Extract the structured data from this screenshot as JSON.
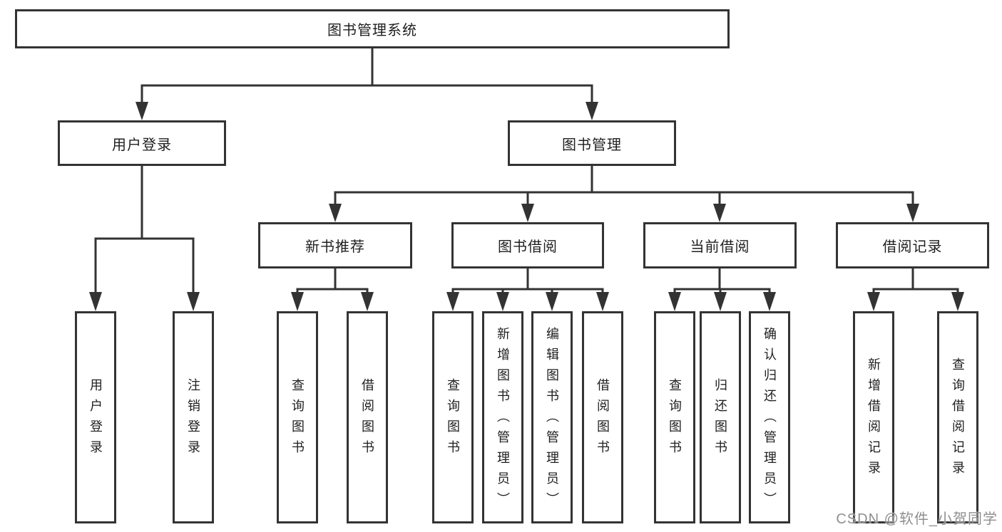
{
  "diagram_type": "hierarchy-tree",
  "colors": {
    "line": "#333333",
    "box_border": "#333333",
    "box_background": "#ffffff",
    "text": "#1f1f1f",
    "watermark": "#8f8f8f",
    "background": "#ffffff"
  },
  "tree": {
    "label": "图书管理系统",
    "children": [
      {
        "label": "用户登录",
        "children": [
          {
            "label": "用户登录"
          },
          {
            "label": "注销登录"
          }
        ]
      },
      {
        "label": "图书管理",
        "children": [
          {
            "label": "新书推荐",
            "children": [
              {
                "label": "查询图书"
              },
              {
                "label": "借阅图书"
              }
            ]
          },
          {
            "label": "图书借阅",
            "children": [
              {
                "label": "查询图书"
              },
              {
                "label": "新增图书（管理员）"
              },
              {
                "label": "编辑图书（管理员）"
              },
              {
                "label": "借阅图书"
              }
            ]
          },
          {
            "label": "当前借阅",
            "children": [
              {
                "label": "查询图书"
              },
              {
                "label": "归还图书"
              },
              {
                "label": "确认归还（管理员）"
              }
            ]
          },
          {
            "label": "借阅记录",
            "children": [
              {
                "label": "新增借阅记录"
              },
              {
                "label": "查询借阅记录"
              }
            ]
          }
        ]
      }
    ]
  },
  "watermark": "CSDN @软件_小贺同学"
}
